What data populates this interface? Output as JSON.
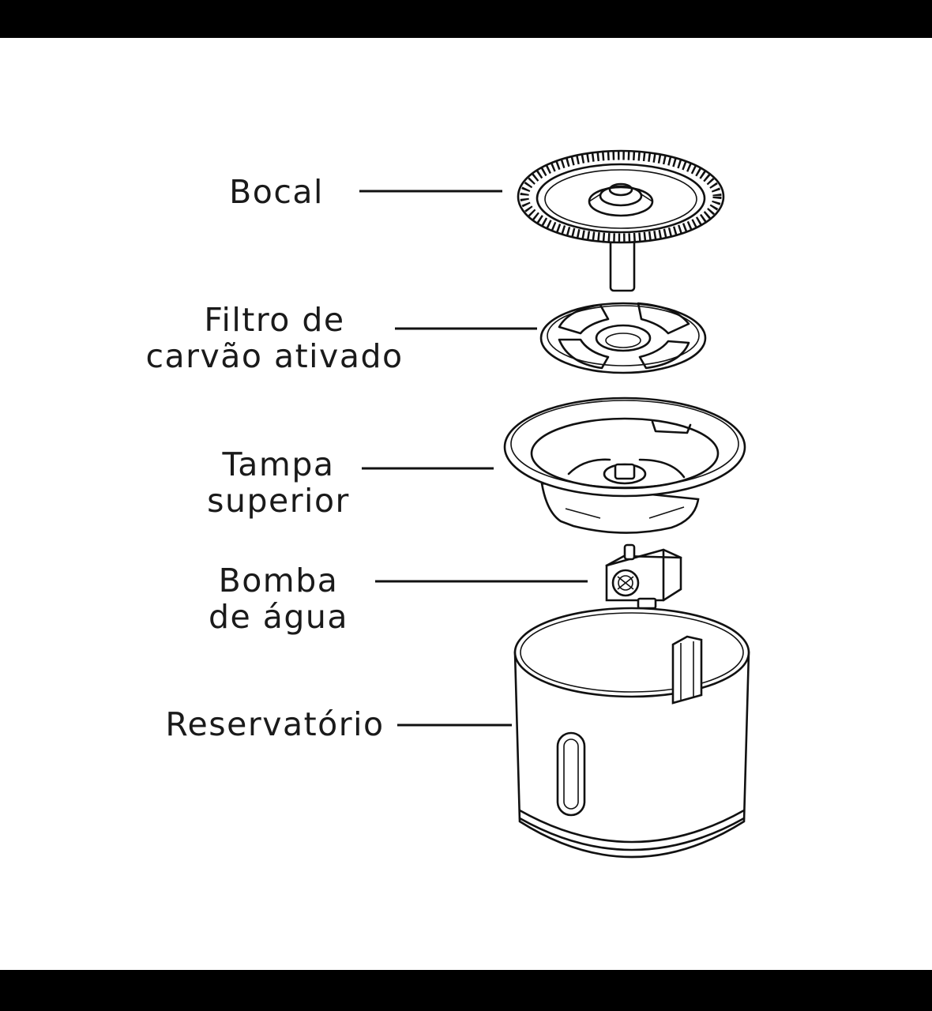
{
  "labels": {
    "bocal": [
      "Bocal"
    ],
    "filtro": [
      "Filtro de",
      "carvão ativado"
    ],
    "tampa": [
      "Tampa",
      "superior"
    ],
    "bomba": [
      "Bomba",
      "de água"
    ],
    "reservatorio": [
      "Reservatório"
    ]
  },
  "colors": {
    "ink": "#111111",
    "background": "#ffffff",
    "frame": "#000000"
  }
}
